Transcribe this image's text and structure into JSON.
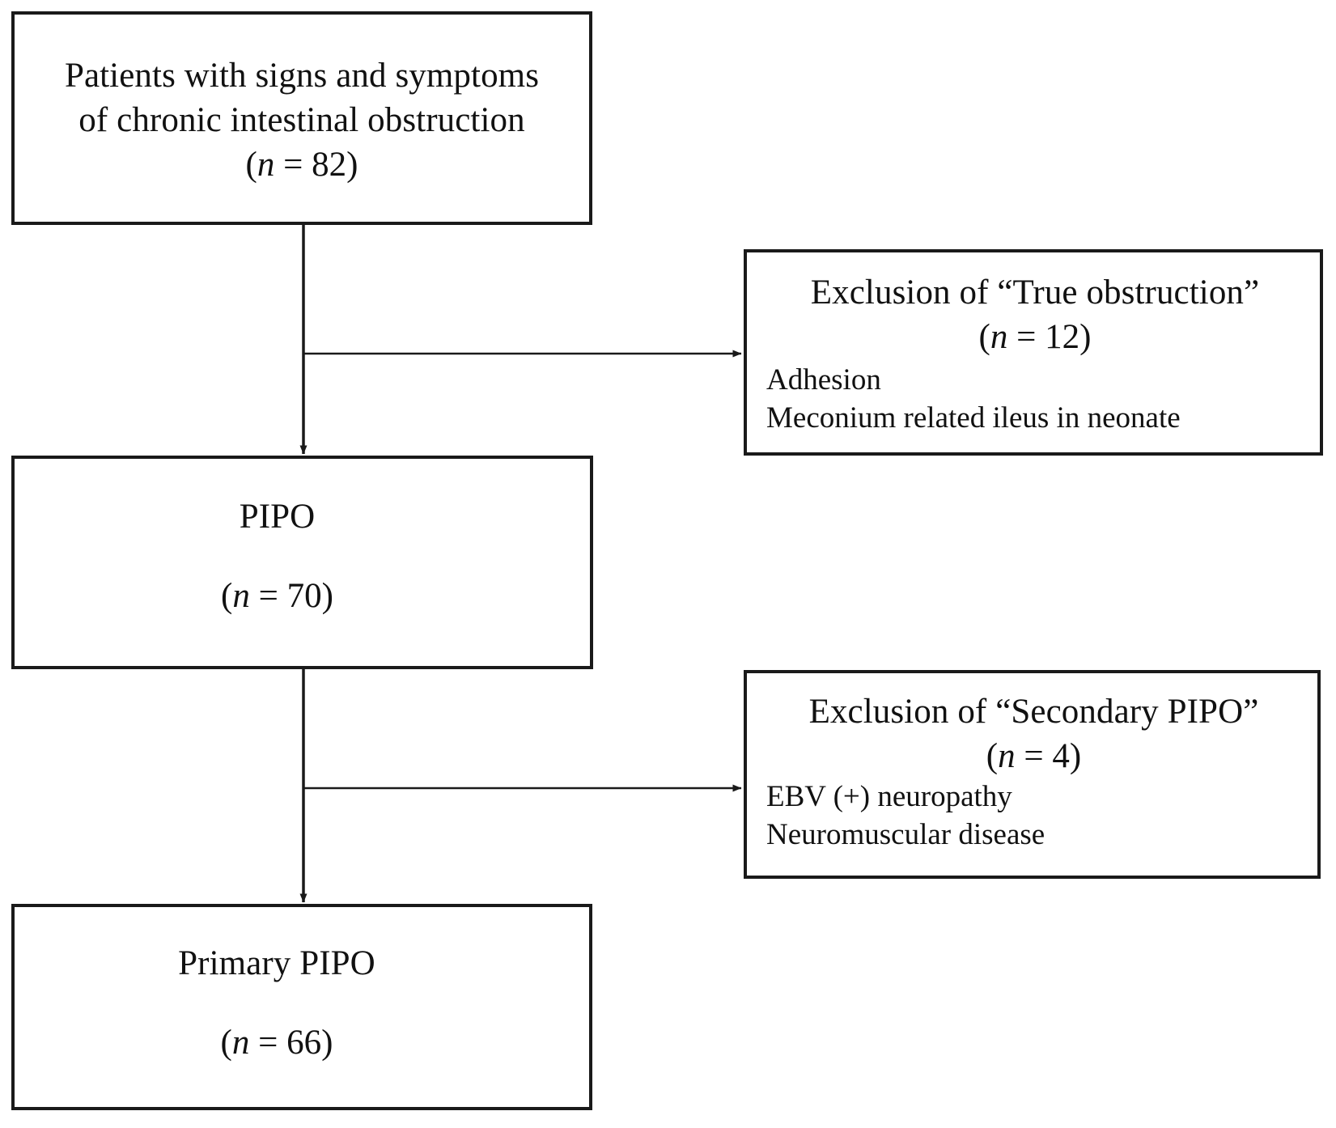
{
  "diagram": {
    "type": "flowchart",
    "orientation": "top-to-bottom with right-side exclusion branches",
    "nodes": {
      "source": {
        "line1": "Patients with signs and symptoms",
        "line2": "of chronic intestinal obstruction",
        "count_open": "(",
        "count_n": "n",
        "count_eq": " = 82)"
      },
      "exclusion_true": {
        "heading": "Exclusion of “True obstruction”",
        "count_open": "(",
        "count_n": "n",
        "count_eq": " = 12)",
        "items": [
          "Adhesion",
          "Meconium related ileus in neonate"
        ]
      },
      "pipo": {
        "label": "PIPO",
        "count_open": "(",
        "count_n": "n",
        "count_eq": " = 70)"
      },
      "exclusion_secondary": {
        "heading": "Exclusion of “Secondary PIPO”",
        "count_open": "(",
        "count_n": "n",
        "count_eq": " = 4)",
        "items": [
          "EBV (+) neuropathy",
          "Neuromuscular disease"
        ]
      },
      "primary_pipo": {
        "label": "Primary PIPO",
        "count_open": "(",
        "count_n": "n",
        "count_eq": " = 66)"
      }
    },
    "colors": {
      "border": "#1a1a1a",
      "text": "#111111",
      "background": "#ffffff",
      "connector": "#1a1a1a"
    }
  }
}
